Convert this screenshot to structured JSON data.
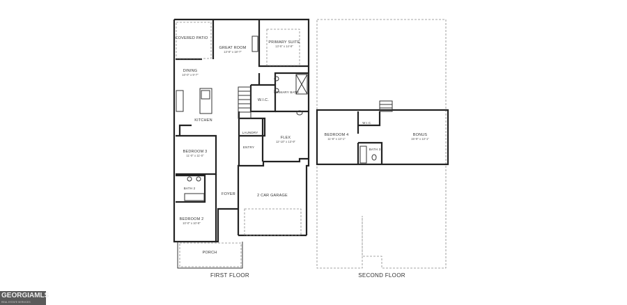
{
  "first_floor": {
    "caption": "FIRST FLOOR",
    "rooms": [
      {
        "name": "COVERED PATIO",
        "dim": ""
      },
      {
        "name": "GREAT ROOM",
        "dim": "13'-8\" x 18'-7\""
      },
      {
        "name": "PRIMARY SUITE",
        "dim": "13'-5\" x 14'-9\""
      },
      {
        "name": "DINING",
        "dim": "10'-0\" x 9'-7\""
      },
      {
        "name": "KITCHEN",
        "dim": ""
      },
      {
        "name": "W.I.C.",
        "dim": ""
      },
      {
        "name": "PRIMARY BATH",
        "dim": ""
      },
      {
        "name": "LAUNDRY",
        "dim": ""
      },
      {
        "name": "ENTRY",
        "dim": ""
      },
      {
        "name": "FLEX",
        "dim": "12'-10\" x 13'-9\""
      },
      {
        "name": "BEDROOM 3",
        "dim": "11'-0\" x 11'-0\""
      },
      {
        "name": "BATH 2",
        "dim": ""
      },
      {
        "name": "FOYER",
        "dim": ""
      },
      {
        "name": "2 CAR GARAGE",
        "dim": ""
      },
      {
        "name": "BEDROOM 2",
        "dim": "10'-0\" x 10'-8\""
      },
      {
        "name": "PORCH",
        "dim": ""
      }
    ]
  },
  "second_floor": {
    "caption": "SECOND FLOOR",
    "rooms": [
      {
        "name": "BEDROOM 4",
        "dim": "11'-8\" x 13'-1\""
      },
      {
        "name": "W.I.C.",
        "dim": ""
      },
      {
        "name": "BATH 3",
        "dim": ""
      },
      {
        "name": "BONUS",
        "dim": "15'-9\" x 13'-1\""
      }
    ]
  },
  "logo": {
    "text": "GEORGIAMLS",
    "tagline": "REAL ESTATE SERVICES"
  }
}
